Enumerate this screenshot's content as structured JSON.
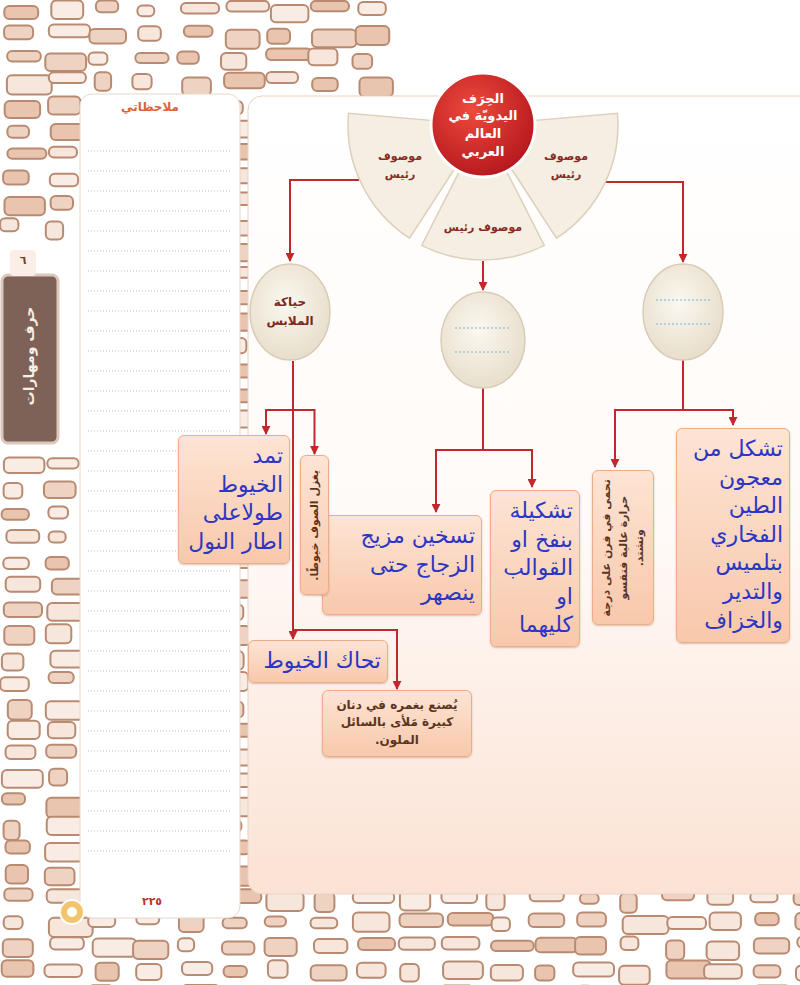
{
  "diagram": {
    "nodes": [
      {
        "text": [
          "الحِرَف اليدويّة في العالم العربي"
        ]
      },
      {
        "text": [
          "موصوف رئيس"
        ]
      },
      {
        "text": [
          "موصوف رئيس"
        ]
      },
      {
        "text": [
          "موصوف رئيس"
        ]
      },
      {
        "text": [
          "حياكة الملابس"
        ]
      },
      {
        "text": [
          "تشكل من معجون الطين الفخاري بتلميس والتدير والخزاف"
        ]
      },
      {
        "text": [
          "تحمى في فرن على درجة حرارة عالية فتقسو وتشتد."
        ]
      },
      {
        "text": [
          "تشكيلة بنفخ او القوالب او كليهما"
        ]
      },
      {
        "text": [
          "تسخين مزيج الزجاج حتى ينصهر"
        ]
      },
      {
        "text": [
          "يغزل الصوف خيوطًا."
        ]
      },
      {
        "text": [
          "تمد الخيوط طولاعلى اطار النول"
        ]
      },
      {
        "text": [
          "تحاك الخيوط"
        ]
      },
      {
        "text": [
          "يُصنع بغمره في دنان كبيرة مَلأى بالسائل الملون."
        ]
      }
    ],
    "edges": [
      {
        "from": 3,
        "to": 4,
        "arrow": "to"
      },
      {
        "from": 4,
        "to": 10,
        "arrow": "to"
      },
      {
        "from": 4,
        "to": 9,
        "arrow": "to"
      },
      {
        "from": 4,
        "to": 11,
        "arrow": "to"
      },
      {
        "from": 4,
        "to": 12,
        "arrow": "to"
      }
    ],
    "labels": [
      "ملاحظاتي",
      "حرف ومهارات",
      "٦",
      "٢٢٥"
    ]
  }
}
